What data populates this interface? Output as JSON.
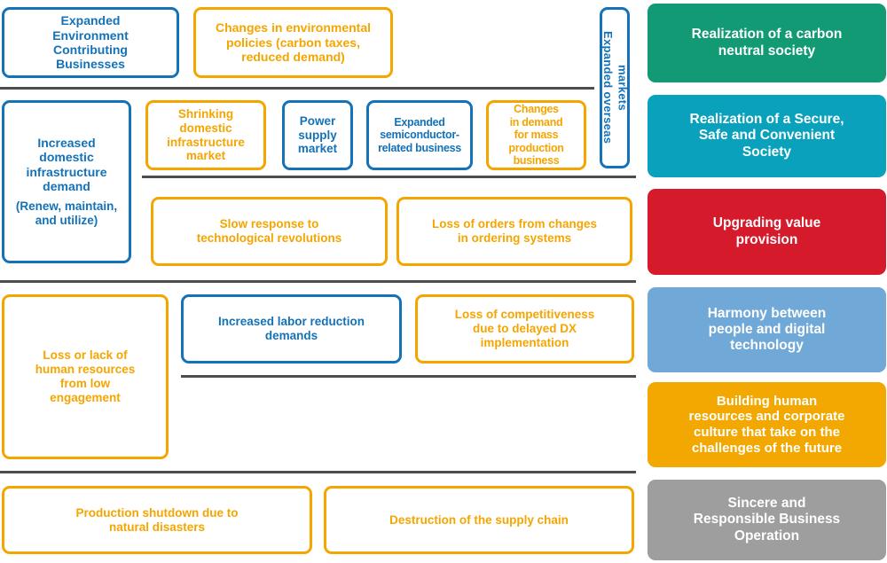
{
  "palette": {
    "opportunity_blue": "#1372b8",
    "risk_yellow": "#f5a500",
    "divider_gray": "#4d4d4d",
    "materiality_green": "#129a74",
    "materiality_teal": "#0aa1bc",
    "materiality_red": "#d41a2b",
    "materiality_light_blue": "#70a8d8",
    "materiality_orange": "#f2a800",
    "materiality_gray": "#9e9e9e"
  },
  "factors": {
    "expanded_environment": "Expanded\nEnvironment\nContributing\nBusinesses",
    "environmental_policies": "Changes in environmental\npolicies (carbon taxes,\nreduced demand)",
    "overseas_markets": "Expanded overseas\nmarkets",
    "infrastructure_demand": "Increased\ndomestic\ninfrastructure\ndemand",
    "infrastructure_demand_note": "(Renew, maintain,\nand utilize)",
    "shrinking_market": "Shrinking\ndomestic\ninfrastructure\nmarket",
    "power_supply": "Power\nsupply\nmarket",
    "semiconductor": "Expanded\nsemiconductor-\nrelated business",
    "mass_production": "Changes\nin demand\nfor mass\nproduction\nbusiness",
    "slow_response": "Slow response to\ntechnological revolutions",
    "loss_of_orders": "Loss of orders from changes\nin ordering systems",
    "human_resources": "Loss or lack of\nhuman resources\nfrom low\nengagement",
    "labor_reduction": "Increased labor reduction\ndemands",
    "dx_competitiveness": "Loss of competitiveness\ndue to delayed DX\nimplementation",
    "natural_disasters": "Production shutdown due to\nnatural disasters",
    "supply_chain": "Destruction of the supply chain"
  },
  "materiality": [
    {
      "label": "Realization of a carbon\nneutral society",
      "color": "#129a74"
    },
    {
      "label": "Realization of a Secure,\nSafe and Convenient\nSociety",
      "color": "#0aa1bc"
    },
    {
      "label": "Upgrading value\nprovision",
      "color": "#d41a2b"
    },
    {
      "label": "Harmony between\npeople and digital\ntechnology",
      "color": "#70a8d8"
    },
    {
      "label": "Building human\nresources and corporate\nculture that take on the\nchallenges of the future",
      "color": "#f2a800"
    },
    {
      "label": "Sincere and\nResponsible Business\nOperation",
      "color": "#9e9e9e"
    }
  ]
}
